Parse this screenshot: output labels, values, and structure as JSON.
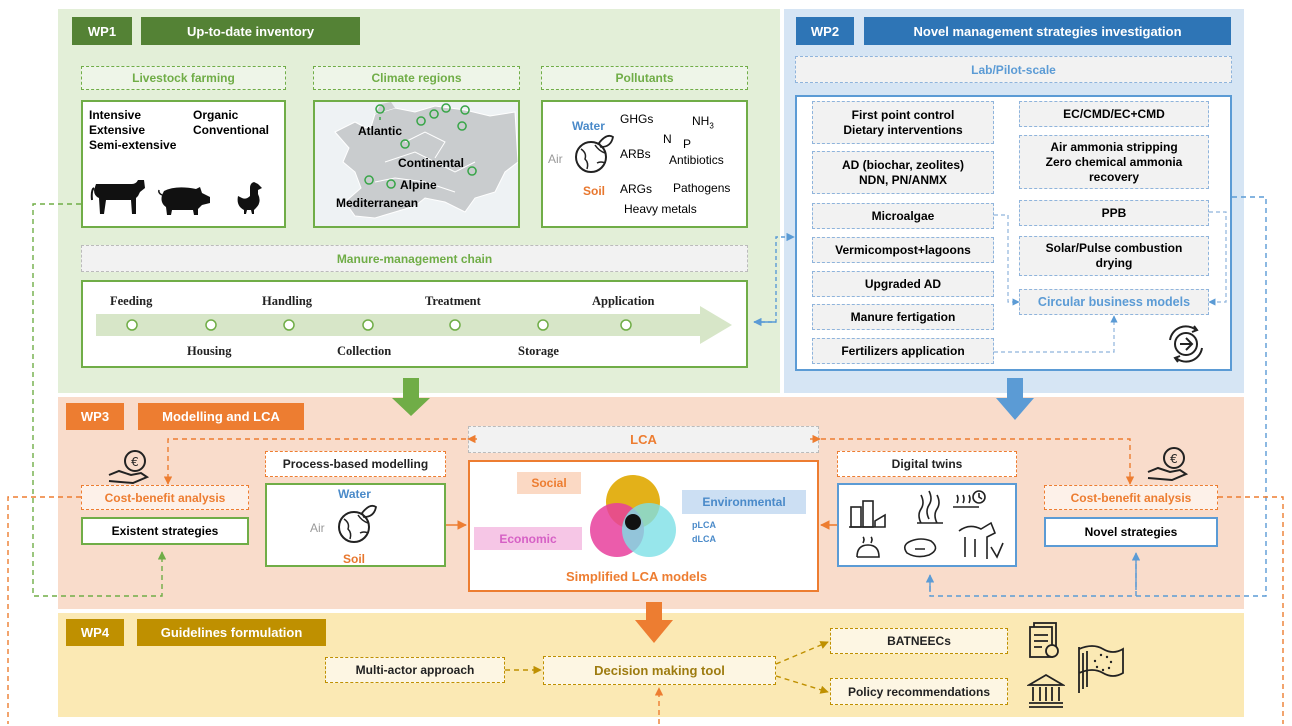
{
  "wp1": {
    "tag": "WP1",
    "title": "Up-to-date inventory",
    "livestock": {
      "title": "Livestock farming",
      "intensive": "Intensive",
      "extensive": "Extensive",
      "semi": "Semi-extensive",
      "organic": "Organic",
      "conventional": "Conventional"
    },
    "climate": {
      "title": "Climate regions",
      "atlantic": "Atlantic",
      "continental": "Continental",
      "alpine": "Alpine",
      "mediterranean": "Mediterranean"
    },
    "pollutants": {
      "title": "Pollutants",
      "water": "Water",
      "air": "Air",
      "soil": "Soil",
      "ghgs": "GHGs",
      "nh3_base": "NH",
      "nh3_sub": "3",
      "n": "N",
      "p": "P",
      "arbs": "ARBs",
      "antibiotics": "Antibiotics",
      "args": "ARGs",
      "pathogens": "Pathogens",
      "heavy": "Heavy metals"
    },
    "chain": {
      "title": "Manure-management chain",
      "top": [
        "Feeding",
        "Handling",
        "Treatment",
        "Application"
      ],
      "bottom": [
        "Housing",
        "Collection",
        "Storage"
      ]
    }
  },
  "wp2": {
    "tag": "WP2",
    "title": "Novel management strategies investigation",
    "scale": "Lab/Pilot-scale",
    "left": [
      {
        "l1": "First point control",
        "l2": "Dietary interventions"
      },
      {
        "l1": "AD (biochar, zeolites)",
        "l2": "NDN, PN/ANMX"
      },
      {
        "l1": "Microalgae",
        "l2": ""
      },
      {
        "l1": "Vermicompost+lagoons",
        "l2": ""
      },
      {
        "l1": "Upgraded AD",
        "l2": ""
      },
      {
        "l1": "Manure fertigation",
        "l2": ""
      },
      {
        "l1": "Fertilizers application",
        "l2": ""
      }
    ],
    "right": [
      {
        "l1": "EC/CMD/EC+CMD",
        "l2": "",
        "l3": ""
      },
      {
        "l1": "Air ammonia stripping",
        "l2": "Zero chemical ammonia",
        "l3": "recovery"
      },
      {
        "l1": "PPB",
        "l2": "",
        "l3": ""
      },
      {
        "l1": "Solar/Pulse combustion",
        "l2": "drying",
        "l3": ""
      }
    ],
    "circular": "Circular business models"
  },
  "wp3": {
    "tag": "WP3",
    "title": "Modelling and LCA",
    "lca": "LCA",
    "process": "Process-based modelling",
    "water": "Water",
    "air": "Air",
    "soil": "Soil",
    "cba_left": "Cost-benefit analysis",
    "existent": "Existent strategies",
    "social": "Social",
    "economic": "Economic",
    "environmental": "Environmental",
    "plca": "pLCA",
    "dlca": "dLCA",
    "simplified": "Simplified LCA models",
    "digital": "Digital twins",
    "cba_right": "Cost-benefit analysis",
    "novel": "Novel strategies"
  },
  "wp4": {
    "tag": "WP4",
    "title": "Guidelines formulation",
    "multi": "Multi-actor approach",
    "decision": "Decision making tool",
    "batneecs": "BATNEECs",
    "policy": "Policy recommendations"
  },
  "colors": {
    "green": "#5f9a34",
    "green_bg": "#e3efd8",
    "blue": "#2f6eb5",
    "blue_bg": "#d6e5f4",
    "orange": "#e8772e",
    "orange_bg": "#f9dccb",
    "gold": "#bf9000",
    "gold_bg": "#fbe9b4"
  }
}
